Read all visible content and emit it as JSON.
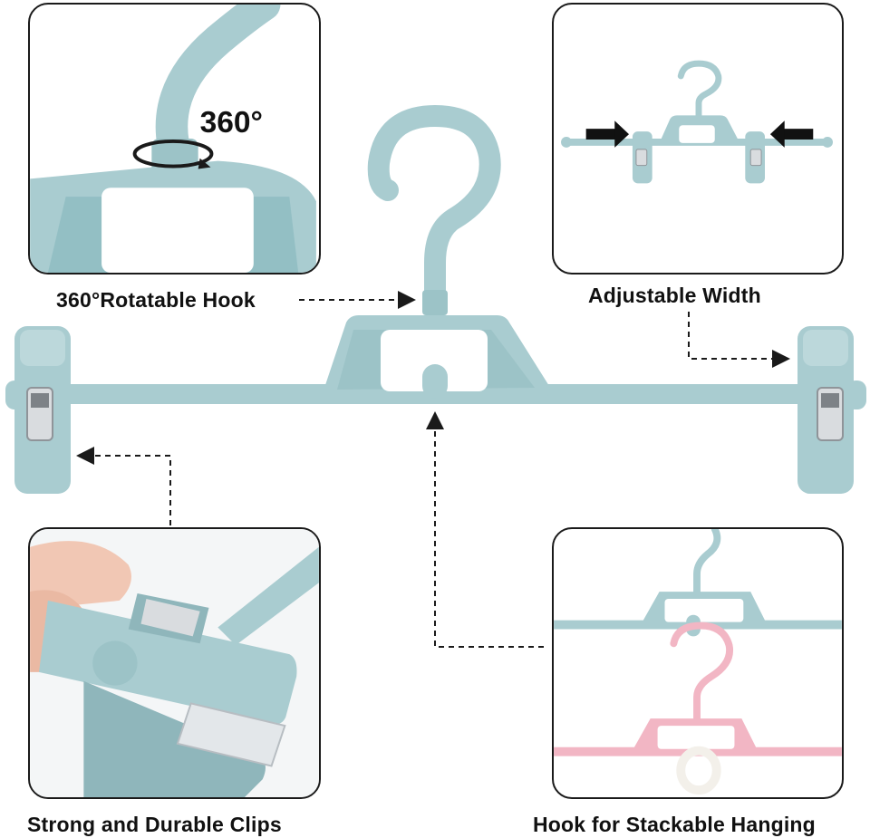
{
  "colors": {
    "hanger_blue": "#a9ccd0",
    "hanger_blue_dark": "#8cb7bc",
    "hanger_pink": "#f2b6c4",
    "metal": "#c9ccd0",
    "text": "#111111",
    "frame": "#1a1a1a"
  },
  "features": {
    "rotatable_hook": {
      "caption": "360°Rotatable Hook",
      "badge": "360°"
    },
    "adjustable_width": {
      "caption": "Adjustable Width"
    },
    "clips": {
      "caption": "Strong and Durable Clips"
    },
    "stackable": {
      "caption": "Hook for Stackable Hanging"
    }
  },
  "icons": [
    "rotate-arrow-icon",
    "arrow-right-icon",
    "arrow-left-icon"
  ]
}
